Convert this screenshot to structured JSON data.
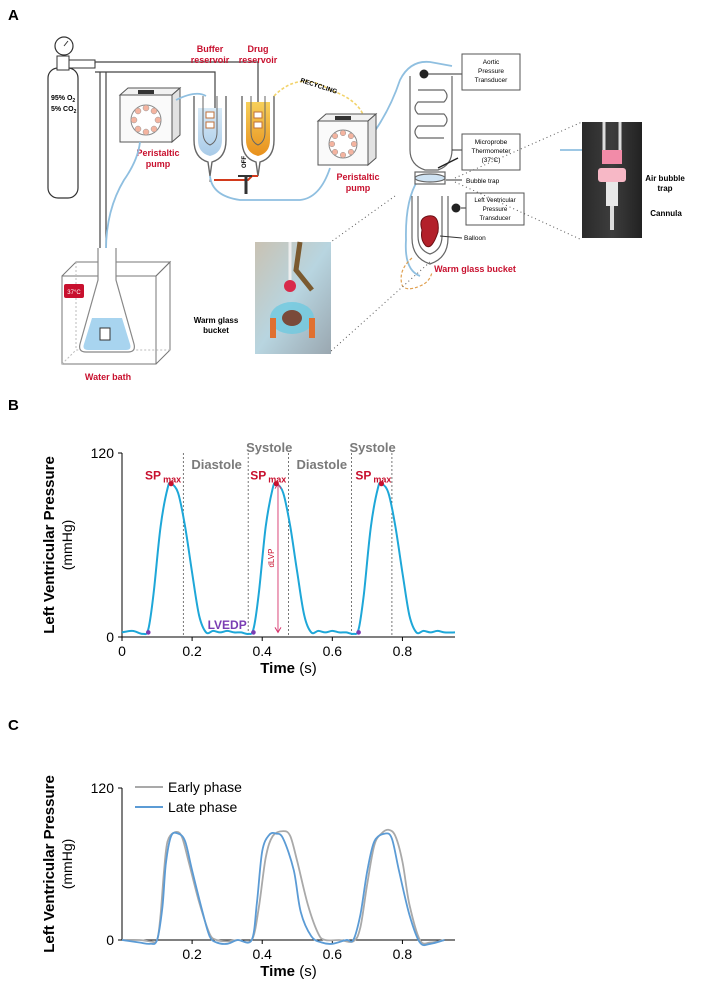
{
  "panel_a": {
    "letter": "A",
    "gas_line1": "95% O",
    "gas_sub1": "2",
    "gas_line2": "5% CO",
    "gas_sub2": "2",
    "buffer_reservoir": [
      "Buffer",
      "reservoir"
    ],
    "drug_reservoir": [
      "Drug",
      "reservoir"
    ],
    "recycling": "RECYCLING",
    "off_label": "OFF",
    "peristaltic_pump_left": [
      "Peristaltic",
      "pump"
    ],
    "peristaltic_pump_right": [
      "Peristaltic",
      "pump"
    ],
    "aortic_transducer": [
      "Aortic",
      "Pressure",
      "Transducer"
    ],
    "thermometer": [
      "Microprobe",
      "Thermometer",
      "(37°C)"
    ],
    "bubble_trap": "Bubble trap",
    "lv_transducer": [
      "Left Ventricular",
      "Pressure",
      "Transducer"
    ],
    "balloon": "Balloon",
    "warm_glass_bucket": "Warm glass bucket",
    "photo_bucket_label": [
      "Warm glass",
      "bucket"
    ],
    "air_bubble_trap": [
      "Air bubble",
      "trap"
    ],
    "cannula": "Cannula",
    "temp_badge": "37°C",
    "water_bath": "Water bath",
    "colors": {
      "accent_red": "#c8102e",
      "tube_blue": "#8fbfe0",
      "recycle_yellow": "#f2d36b",
      "orange_dash": "#e0a050"
    }
  },
  "chart_data": [
    {
      "panel": "B",
      "type": "line",
      "title": "",
      "xlabel": "Time",
      "xlabel_unit": "(s)",
      "ylabel": "Left Ventricular Pressure",
      "ylabel_unit": "(mmHg)",
      "xlim": [
        0,
        0.95
      ],
      "ylim": [
        0,
        120
      ],
      "xticks": [
        0,
        0.2,
        0.4,
        0.6,
        0.8
      ],
      "xtick_labels": [
        "0",
        "0.2",
        "0.4",
        "0.6",
        "0.8"
      ],
      "yticks": [
        0,
        120
      ],
      "ytick_labels": [
        "0",
        "120"
      ],
      "series": [
        {
          "color": "#1ea7d8",
          "x": [
            0,
            0.03,
            0.06,
            0.075,
            0.09,
            0.11,
            0.13,
            0.14,
            0.16,
            0.18,
            0.2,
            0.22,
            0.24,
            0.26,
            0.28,
            0.3,
            0.32,
            0.34,
            0.36,
            0.375,
            0.39,
            0.41,
            0.43,
            0.44,
            0.46,
            0.48,
            0.5,
            0.52,
            0.54,
            0.56,
            0.58,
            0.6,
            0.62,
            0.64,
            0.66,
            0.675,
            0.69,
            0.71,
            0.73,
            0.74,
            0.76,
            0.78,
            0.8,
            0.82,
            0.84,
            0.86,
            0.88,
            0.9,
            0.92,
            0.95
          ],
          "y": [
            3,
            4,
            2,
            5,
            28,
            72,
            97,
            100,
            94,
            72,
            42,
            14,
            3,
            4,
            3,
            4,
            3,
            3,
            2,
            5,
            28,
            72,
            97,
            100,
            94,
            72,
            42,
            14,
            3,
            4,
            3,
            4,
            3,
            3,
            2,
            5,
            28,
            72,
            97,
            100,
            94,
            72,
            42,
            14,
            3,
            4,
            3,
            4,
            3,
            3
          ]
        }
      ],
      "phase_lines": [
        0.175,
        0.36,
        0.475,
        0.655,
        0.77
      ],
      "phase_labels": [
        {
          "text": "Diastole",
          "x": 0.27
        },
        {
          "text": "Systole",
          "x": 0.42
        },
        {
          "text": "Diastole",
          "x": 0.57
        },
        {
          "text": "Systole",
          "x": 0.715
        }
      ],
      "sp_max": {
        "label": "SP",
        "subscript": "max",
        "points": [
          [
            0.14,
            100
          ],
          [
            0.44,
            100
          ],
          [
            0.74,
            100
          ]
        ]
      },
      "lvedp": {
        "label": "LVEDP",
        "points": [
          [
            0.075,
            3
          ],
          [
            0.375,
            3
          ],
          [
            0.675,
            3
          ]
        ]
      },
      "dlvp": {
        "label": "dLVP",
        "x": 0.445,
        "y_low": 3,
        "y_high": 100
      }
    },
    {
      "panel": "C",
      "type": "line",
      "title": "",
      "xlabel": "Time",
      "xlabel_unit": "(s)",
      "ylabel": "Left Ventricular Pressure",
      "ylabel_unit": "(mmHg)",
      "xlim": [
        0,
        0.95
      ],
      "ylim": [
        0,
        120
      ],
      "xticks": [
        0.2,
        0.4,
        0.6,
        0.8
      ],
      "xtick_labels": [
        "0.2",
        "0.4",
        "0.6",
        "0.8"
      ],
      "yticks": [
        0,
        120
      ],
      "ytick_labels": [
        "0",
        "120"
      ],
      "legend_position": "top-left",
      "series": [
        {
          "name": "Early phase",
          "color": "#a9a9a9",
          "x": [
            0,
            0.05,
            0.08,
            0.1,
            0.11,
            0.12,
            0.13,
            0.15,
            0.17,
            0.19,
            0.22,
            0.25,
            0.27,
            0.3,
            0.33,
            0.37,
            0.39,
            0.41,
            0.43,
            0.46,
            0.48,
            0.5,
            0.53,
            0.56,
            0.58,
            0.62,
            0.66,
            0.68,
            0.7,
            0.72,
            0.74,
            0.76,
            0.78,
            0.8,
            0.82,
            0.85,
            0.88,
            0.92
          ],
          "y": [
            0,
            0,
            -1,
            0,
            20,
            55,
            78,
            85,
            82,
            62,
            30,
            5,
            0,
            -1,
            0,
            0,
            25,
            65,
            82,
            86,
            82,
            62,
            28,
            5,
            0,
            0,
            -1,
            10,
            45,
            75,
            84,
            87,
            82,
            62,
            28,
            0,
            -2,
            0
          ]
        },
        {
          "name": "Late phase",
          "color": "#5b9bd5",
          "x": [
            0,
            0.05,
            0.08,
            0.1,
            0.115,
            0.125,
            0.14,
            0.16,
            0.18,
            0.2,
            0.23,
            0.25,
            0.27,
            0.3,
            0.33,
            0.37,
            0.385,
            0.4,
            0.42,
            0.44,
            0.46,
            0.49,
            0.51,
            0.54,
            0.57,
            0.6,
            0.64,
            0.66,
            0.68,
            0.7,
            0.72,
            0.75,
            0.77,
            0.79,
            0.82,
            0.85,
            0.88,
            0.92
          ],
          "y": [
            0,
            -2,
            -3,
            0,
            25,
            60,
            82,
            84,
            78,
            55,
            22,
            3,
            -2,
            -3,
            0,
            0,
            30,
            70,
            83,
            84,
            80,
            55,
            22,
            3,
            -2,
            -3,
            0,
            0,
            20,
            55,
            78,
            84,
            80,
            55,
            20,
            -2,
            -3,
            0
          ]
        }
      ]
    }
  ]
}
